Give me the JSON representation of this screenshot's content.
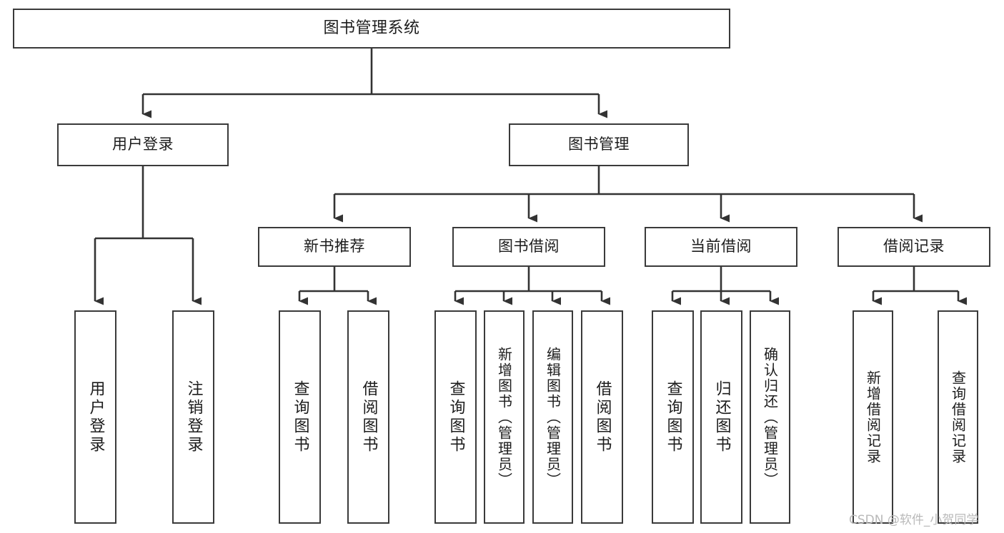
{
  "diagram": {
    "title": "图书管理系统",
    "watermark": "CSDN @软件_小贺同学",
    "colors": {
      "background": "#ffffff",
      "node_border": "#3a3a3a",
      "node_fill": "#ffffff",
      "connector": "#333333",
      "text": "#1c1c1c",
      "watermark": "#b9b9b9"
    },
    "nodes": {
      "root": {
        "label": "图书管理系统"
      },
      "level1": [
        {
          "label": "用户登录"
        },
        {
          "label": "图书管理"
        }
      ],
      "level2": [
        {
          "label": "新书推荐"
        },
        {
          "label": "图书借阅"
        },
        {
          "label": "当前借阅"
        },
        {
          "label": "借阅记录"
        }
      ],
      "leaves": {
        "user_login": [
          {
            "label": "用户登录"
          },
          {
            "label": "注销登录"
          }
        ],
        "new_book_recommend": [
          {
            "label": "查询图书"
          },
          {
            "label": "借阅图书"
          }
        ],
        "book_borrow": [
          {
            "label": "查询图书"
          },
          {
            "label": "新增图书（管理员）"
          },
          {
            "label": "编辑图书（管理员）"
          },
          {
            "label": "借阅图书"
          }
        ],
        "current_borrow": [
          {
            "label": "查询图书"
          },
          {
            "label": "归还图书"
          },
          {
            "label": "确认归还（管理员）"
          }
        ],
        "borrow_record": [
          {
            "label": "新增借阅记录"
          },
          {
            "label": "查询借阅记录"
          }
        ]
      }
    }
  }
}
